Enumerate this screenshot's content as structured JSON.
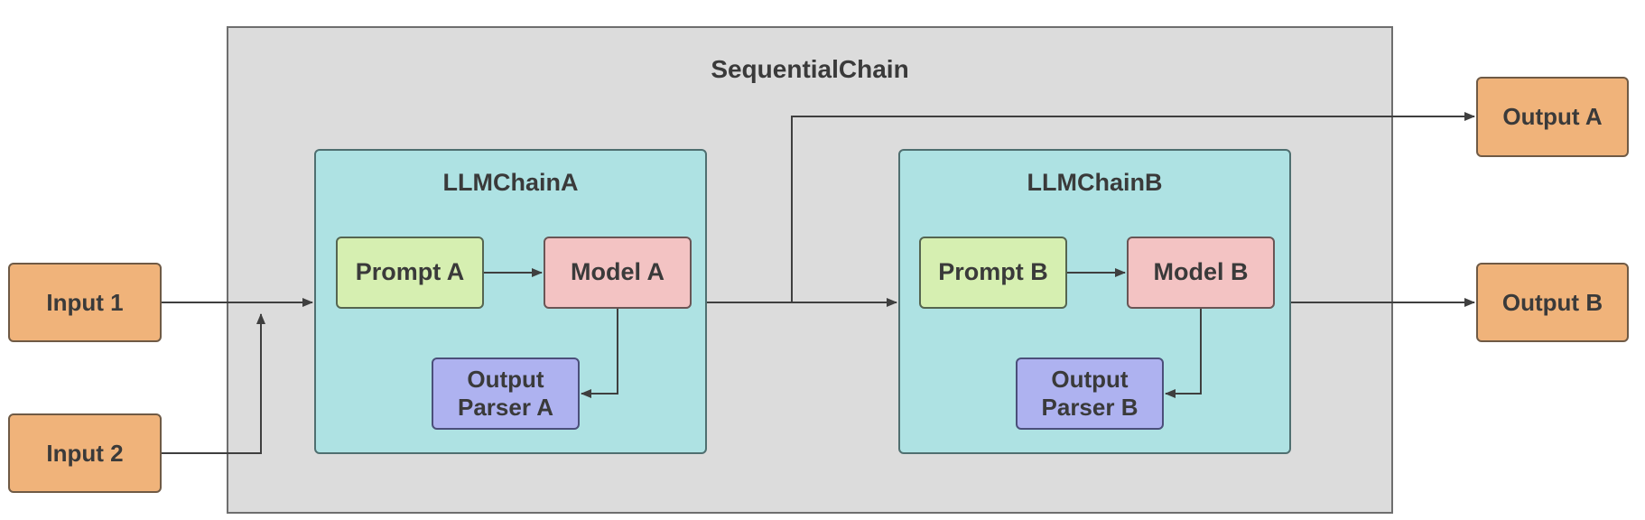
{
  "diagram": {
    "sequential_chain_title": "SequentialChain",
    "chain_a": {
      "title": "LLMChainA",
      "prompt": "Prompt A",
      "model": "Model A",
      "parser": "Output\nParser A"
    },
    "chain_b": {
      "title": "LLMChainB",
      "prompt": "Prompt B",
      "model": "Model B",
      "parser": "Output\nParser B"
    },
    "inputs": [
      "Input 1",
      "Input 2"
    ],
    "outputs": [
      "Output A",
      "Output B"
    ],
    "colors": {
      "io": "#f0b37a",
      "prompt": "#d6efb1",
      "model": "#f3c3c3",
      "parser": "#aeb2f0",
      "llm_chain": "#aee2e3",
      "sequential_chain": "#dcdcdc"
    }
  }
}
